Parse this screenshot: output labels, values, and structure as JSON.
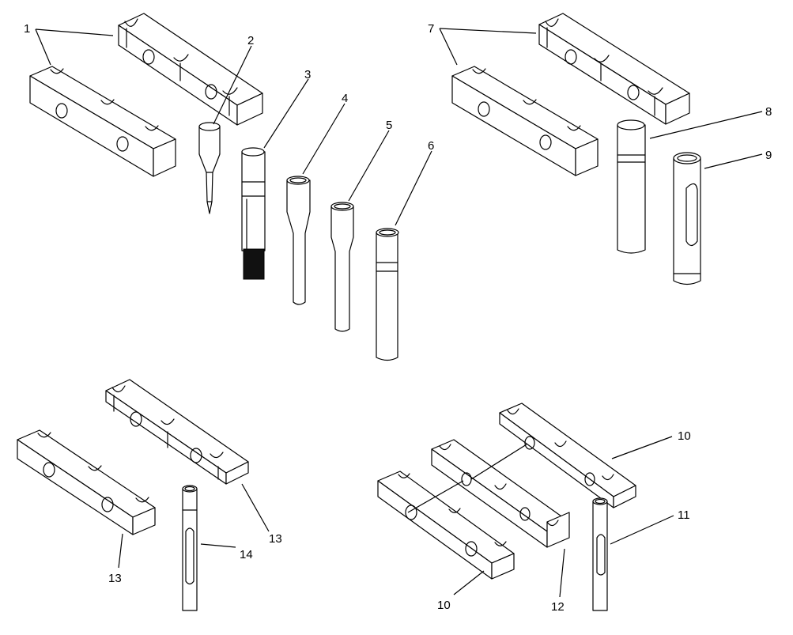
{
  "callouts": {
    "c1": "1",
    "c2": "2",
    "c3": "3",
    "c4": "4",
    "c5": "5",
    "c6": "6",
    "c7": "7",
    "c8": "8",
    "c9": "9",
    "c10a": "10",
    "c10b": "10",
    "c11": "11",
    "c12": "12",
    "c13a": "13",
    "c13b": "13",
    "c14": "14"
  }
}
